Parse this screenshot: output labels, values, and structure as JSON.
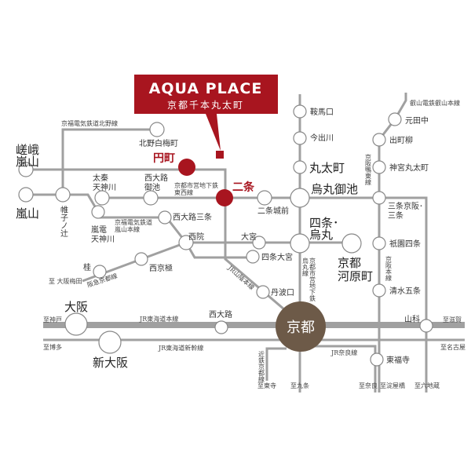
{
  "title": {
    "brand": "AQUA PLACE",
    "subtitle": "京都千本丸太町",
    "brand_color": "#a8151f"
  },
  "colors": {
    "line": "#a0a0a0",
    "highlight": "#a8151f",
    "kyoto_hub": "#6d5a48"
  },
  "highlight_stations": {
    "enmachi": "円町",
    "nijo": "二条"
  },
  "stations": {
    "saga_arashiyama": "嵯峨\n嵐山",
    "saga": "嵯峨",
    "arashiyama_a": "嵐山",
    "arashiyama": "嵐山",
    "kitano_hakubaicho": "北野白梅町",
    "katabiranotsuji": "帷子ノ辻",
    "uzumasa_tenjingawa_1": "太秦",
    "uzumasa_tenjingawa_2": "天神川",
    "nishioji_oike_1": "西大路",
    "nishioji_oike_2": "御池",
    "randen_tenjingawa_1": "嵐電",
    "randen_tenjingawa_2": "天神川",
    "nishioji_sanjo": "西大路三条",
    "saiin": "西院",
    "nishikyogoku": "西京極",
    "katsura": "桂",
    "omiya": "大宮",
    "shijo_omiya": "四条大宮",
    "nijojo_mae": "二条城前",
    "karasuma_oike": "烏丸御池",
    "marutamachi": "丸太町",
    "imadegawa": "今出川",
    "kuramaguchi": "鞍馬口",
    "shijo_karasuma_1": "四条･",
    "shijo_karasuma_2": "烏丸",
    "kyoto_kawaramachi_1": "京都",
    "kyoto_kawaramachi_2": "河原町",
    "tambaguchi": "丹波口",
    "kyoto": "京都",
    "demachiyanagi": "出町柳",
    "mototanaka": "元田中",
    "jingu_marutamachi": "神宮丸太町",
    "sanjo_1": "三条京阪･",
    "sanjo_2": "三条",
    "gion_shijo": "祇園四条",
    "kiyomizu_gojo": "清水五条",
    "tofukuji": "東福寺",
    "yamashina": "山科",
    "osaka": "大阪",
    "shin_osaka": "新大阪",
    "nishioji": "西大路"
  },
  "lines": {
    "keifuku_kitano": "京福電気鉄道北野線",
    "keifuku_arashiyama_1": "京福電気鉄道",
    "keifuku_arashiyama_2": "嵐山本線",
    "tozai_1": "京都市営地下鉄",
    "tozai_2": "東西線",
    "hankyu": "阪急京都線",
    "sanin": "JR山陰本線",
    "karasuma_1": "京都市営地下鉄",
    "karasuma_2": "烏丸線",
    "eizan": "叡山電鉄叡山本線",
    "keihan_oto": "京阪鴨東線",
    "keihan_main": "京阪本線",
    "tokaido": "JR東海道本線",
    "shinkansen": "JR東海道新幹線",
    "nara": "JR奈良線",
    "kintetsu": "近鉄京都線"
  },
  "destinations": {
    "osaka_umeda": "至 大阪梅田",
    "kobe": "至神戸",
    "hakata": "至博多",
    "shiga": "至滋賀",
    "nagoya": "至名古屋",
    "toji": "至東寺",
    "kujo": "至九条",
    "nara": "至奈良",
    "yodoyabashi": "至淀屋橋",
    "rokujizo": "至六地蔵"
  }
}
